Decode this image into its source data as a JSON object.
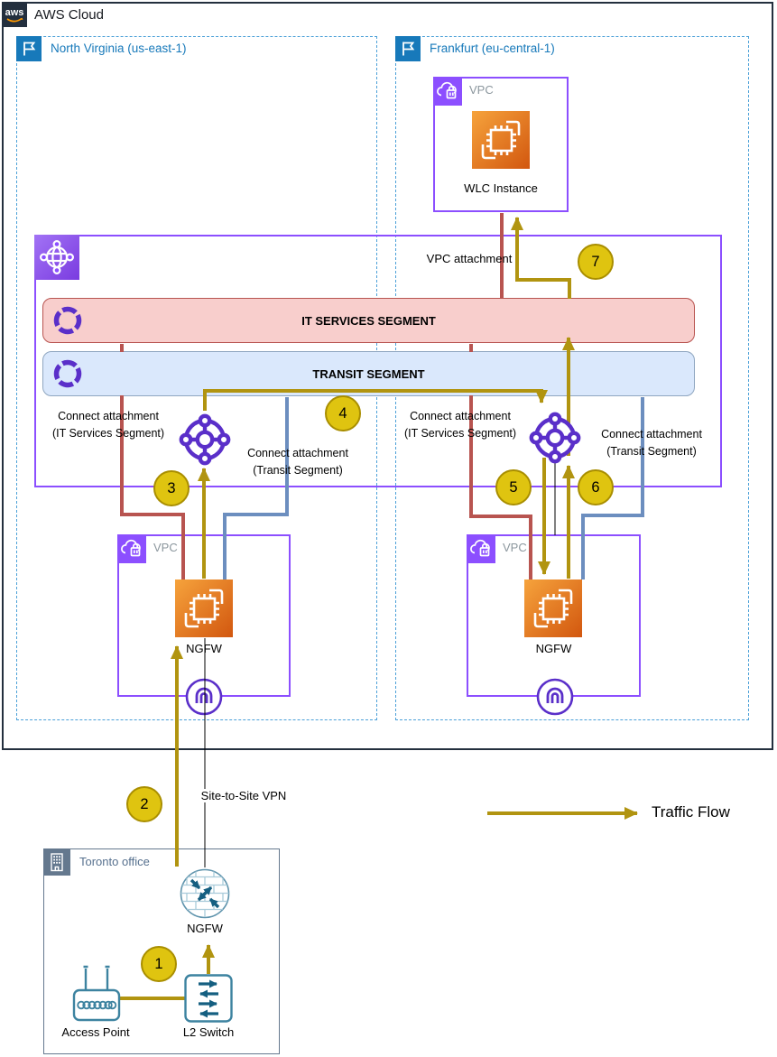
{
  "header": {
    "logo": "aws",
    "title": "AWS Cloud"
  },
  "regions": {
    "left": {
      "name": "North Virginia (us-east-1)"
    },
    "right": {
      "name": "Frankfurt (eu-central-1)"
    }
  },
  "transit_gateway": {
    "segments": {
      "it": "IT SERVICES SEGMENT",
      "transit": "TRANSIT SEGMENT"
    }
  },
  "labels": {
    "vpc": "VPC",
    "wlc_instance": "WLC Instance",
    "ngfw": "NGFW",
    "vpc_attachment": "VPC attachment",
    "connect_attachment": "Connect attachment",
    "it_services_sub": "(IT Services Segment)",
    "transit_sub": "(Transit Segment)",
    "site_to_site_vpn": "Site-to-Site VPN",
    "toronto_office": "Toronto office",
    "access_point": "Access Point",
    "l2_switch": "L2 Switch",
    "traffic_flow": "Traffic Flow"
  },
  "markers": [
    "1",
    "2",
    "3",
    "4",
    "5",
    "6",
    "7"
  ],
  "icons": {
    "aws_logo": "aws-logo",
    "region": "region-flag-icon",
    "vpc": "vpc-cloud-lock-icon",
    "transit_gateway": "transit-gateway-icon",
    "segment": "segment-ring-icon",
    "tgw_attachment": "tgw-attachment-icon",
    "instance": "ec2-instance-icon",
    "vpn_gateway": "vpn-gateway-icon",
    "office": "corporate-building-icon",
    "firewall": "firewall-icon",
    "access_point": "access-point-icon",
    "l2_switch": "l2-switch-icon"
  },
  "colors": {
    "flow_gold": "#B19410",
    "marker_fill": "#DFC410",
    "it_segment_line": "#B85450",
    "it_segment_fill": "#F8CECC",
    "transit_segment_line": "#6C8EBF",
    "transit_segment_fill": "#DAE8FC",
    "aws_purple": "#8C4FFF",
    "deep_purple": "#5A2FC9",
    "region_blue": "#1779BA",
    "aws_dark": "#232F3E",
    "instance_orange": "#ED7211",
    "office_slate": "#64788E",
    "device_teal": "#155F81"
  }
}
